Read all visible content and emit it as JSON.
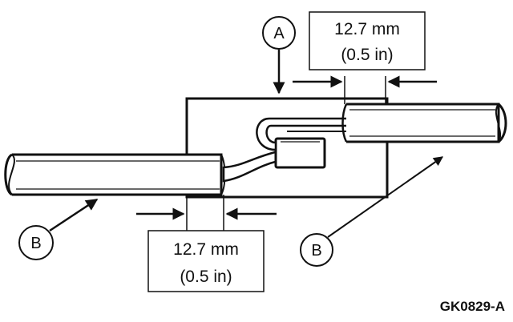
{
  "dimension_top": {
    "metric": "12.7 mm",
    "imperial": "(0.5 in)"
  },
  "dimension_bottom": {
    "metric": "12.7 mm",
    "imperial": "(0.5 in)"
  },
  "callouts": {
    "a": "A",
    "b_left": "B",
    "b_right": "B"
  },
  "figure_id": "GK0829-A",
  "colors": {
    "ink": "#111111",
    "paper": "#ffffff"
  }
}
